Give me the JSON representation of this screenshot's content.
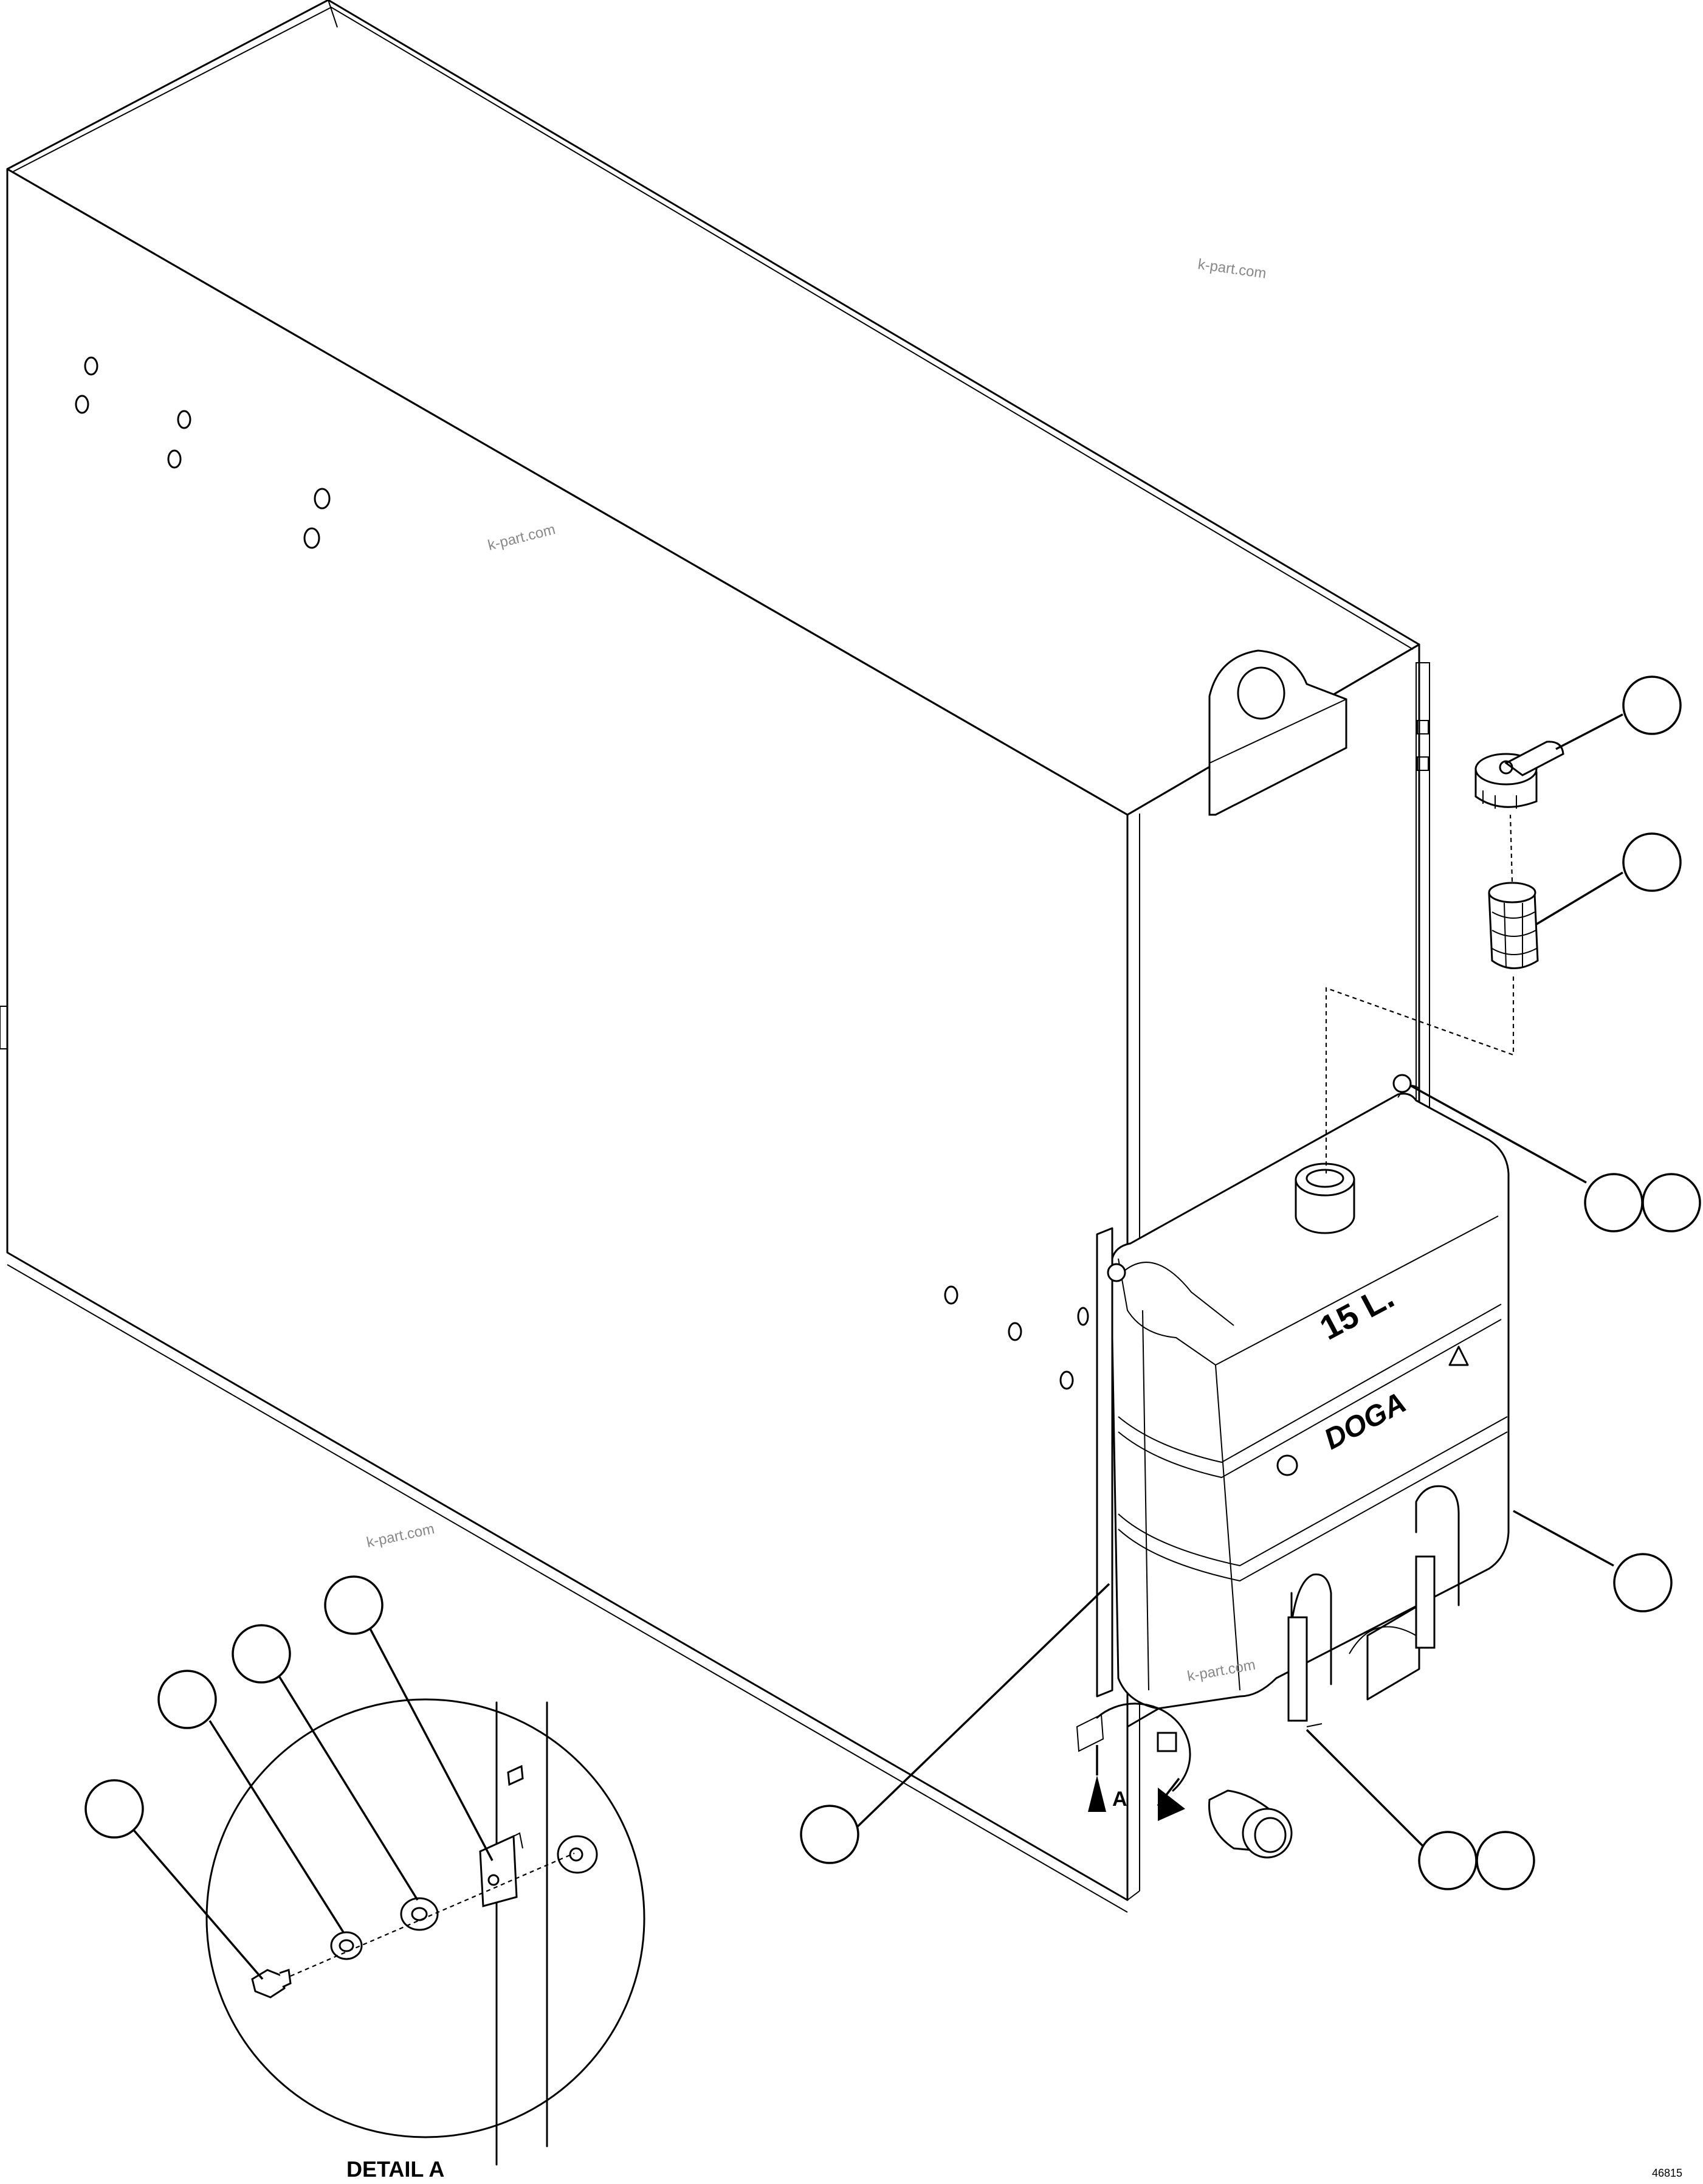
{
  "tank_capacity_label": "15 L.",
  "brand_label": "DOGA",
  "view_letter": "A",
  "detail_title": "DETAIL A",
  "drawing_ref": "46815",
  "watermarks": [
    "k-part.com",
    "k-part.com",
    "k-part.com",
    "k-part.com"
  ],
  "callouts": [
    "",
    "",
    "",
    "",
    "",
    "",
    "",
    "",
    "",
    "",
    "",
    ""
  ]
}
